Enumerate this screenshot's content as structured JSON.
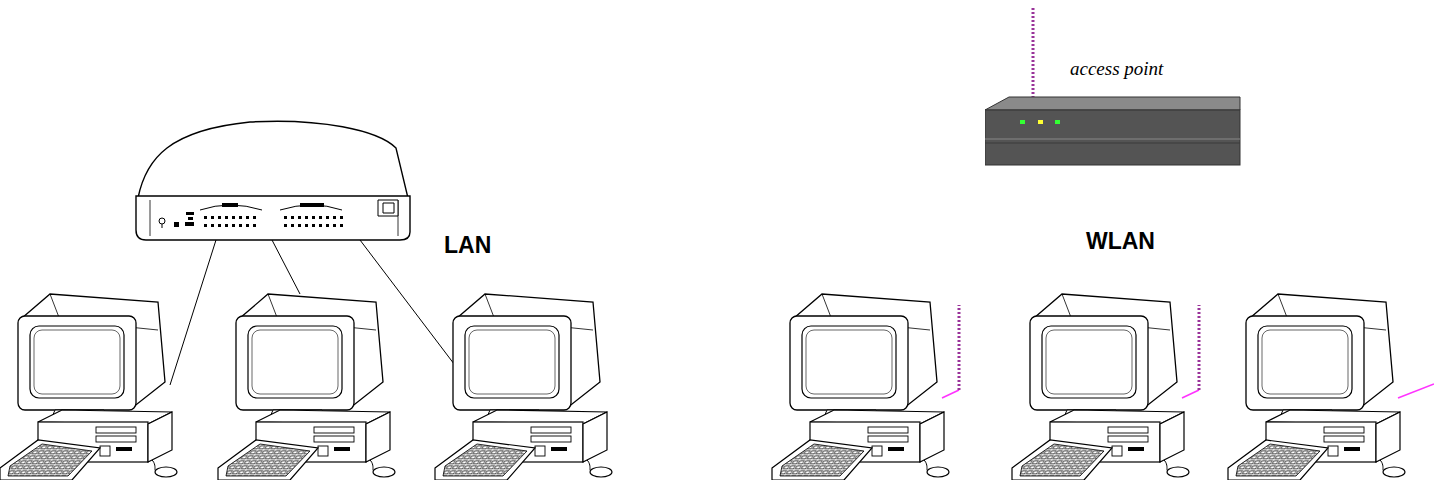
{
  "diagram": {
    "nodes": [
      {
        "text": [
          "access point"
        ]
      }
    ],
    "labels": [
      "LAN",
      "WLAN"
    ]
  }
}
